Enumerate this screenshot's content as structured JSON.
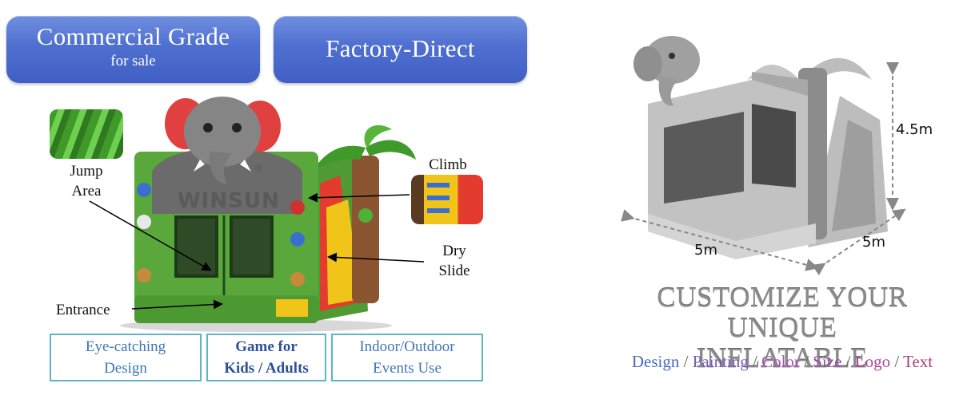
{
  "badges": {
    "commercial_main": "Commercial Grade",
    "commercial_sub": "for sale",
    "factory": "Factory-Direct"
  },
  "labels": {
    "jump_line1": "Jump",
    "jump_line2": "Area",
    "climb": "Climb",
    "dry_line1": "Dry",
    "dry_line2": "Slide",
    "entrance": "Entrance"
  },
  "features": [
    {
      "line1": "Eye-catching",
      "line2": "Design"
    },
    {
      "line1": "Game for",
      "line2": "Kids / Adults"
    },
    {
      "line1": "Indoor/Outdoor",
      "line2": "Events Use"
    }
  ],
  "brand": {
    "logo_text": "WINSUN",
    "registered": "®"
  },
  "dimensions": {
    "height": "4.5m",
    "width": "5m",
    "depth": "5m"
  },
  "headline": {
    "line1": "CUSTOMIZE YOUR UNIQUE",
    "line2": "INFLATABLE"
  },
  "options": {
    "items": [
      "Design",
      "Painting",
      "Color",
      "Size",
      "Logo",
      "Text"
    ],
    "separator": " / ",
    "colors": [
      "#4a68c0",
      "#7a58b8",
      "#a850b8",
      "#9a4aa8",
      "#b0449a",
      "#a8407a"
    ],
    "separator_color": "#666666"
  },
  "colors": {
    "badge_blue": "#4f6fd0",
    "feature_border": "#62b3c7",
    "feature_text": "#3f76b5",
    "bouncer_green": "#5aa83c"
  }
}
